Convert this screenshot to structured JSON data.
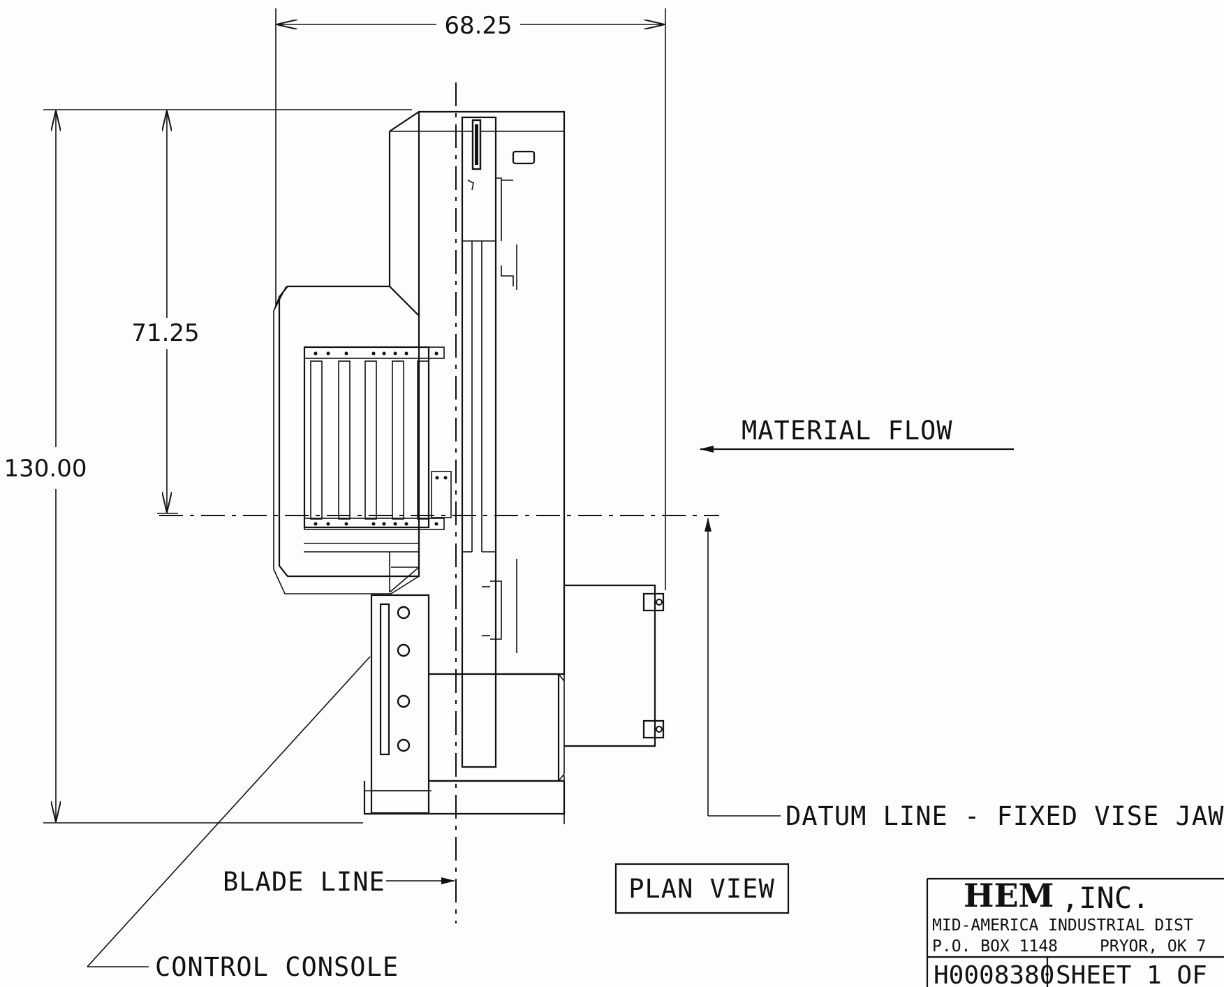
{
  "dimensions": {
    "width_total": "68.25",
    "height_total": "130.00",
    "datum_to_top": "71.25"
  },
  "labels": {
    "material_flow": "MATERIAL FLOW",
    "datum_line": "DATUM LINE - FIXED VISE JAW",
    "blade_line": "BLADE LINE",
    "control_console": "CONTROL CONSOLE",
    "plan_view": "PLAN VIEW"
  },
  "title_block": {
    "logo": "HEM",
    "company_suffix": ",INC.",
    "line1": "MID-AMERICA INDUSTRIAL DIST",
    "address_left": "P.O. BOX 1148",
    "address_right": "PRYOR, OK  7",
    "drawing_number": "H0008380",
    "sheet": "SHEET 1 OF"
  },
  "colors": {
    "ink": "#111111",
    "paper": "#fdfdfd"
  }
}
